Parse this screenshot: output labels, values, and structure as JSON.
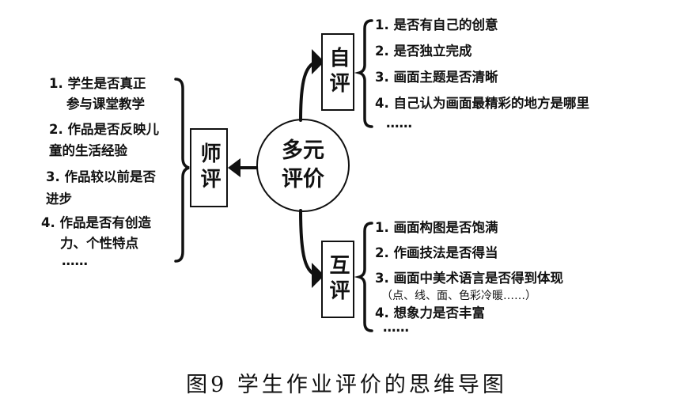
{
  "center": {
    "line1": "多元",
    "line2": "评价"
  },
  "self_eval": {
    "label": "自评",
    "items": [
      "1. 是否有自己的创意",
      "2. 是否独立完成",
      "3. 画面主题是否清晰",
      "4. 自己认为画面最精彩的地方是哪里",
      "……"
    ]
  },
  "teacher_eval": {
    "label": "师评",
    "items": [
      [
        "1. 学生是否真正",
        "参与课堂教学"
      ],
      [
        "2. 作品是否反映儿",
        "童的生活经验"
      ],
      [
        "3. 作品较以前是否",
        "进步"
      ],
      [
        "4. 作品是否有创造",
        "力、个性特点"
      ],
      [
        "……"
      ]
    ]
  },
  "peer_eval": {
    "label": "互评",
    "items": [
      "1. 画面构图是否饱满",
      "2. 作画技法是否得当",
      "3. 画面中美术语言是否得到体现",
      "（点、线、面、色彩冷暖……）",
      "4. 想象力是否丰富",
      "……"
    ]
  },
  "caption": "图9  学生作业评价的思维导图"
}
